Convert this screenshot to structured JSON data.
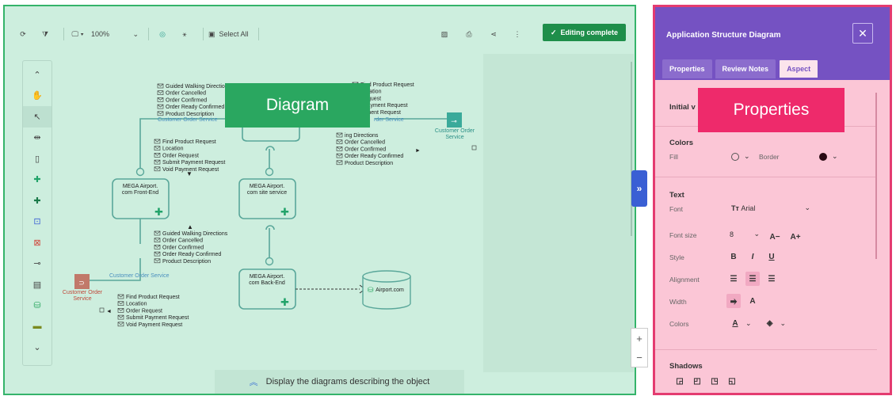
{
  "toolbar": {
    "zoom": "100%",
    "select_all": "Select All",
    "editing_complete": "Editing complete"
  },
  "region_labels": {
    "diagram": "Diagram",
    "properties": "Properties"
  },
  "bottom_bar": {
    "text": "Display the diagrams describing the object"
  },
  "diagram": {
    "nodes": {
      "front_end": [
        "MEGA Airport.",
        "com Front-End"
      ],
      "site_service": [
        "MEGA Airport.",
        "com site service"
      ],
      "back_end": [
        "MEGA Airport.",
        "com Back-End"
      ],
      "airport_db": "Airport.com",
      "cos_left": [
        "Customer Order",
        "Service"
      ],
      "cos_right": [
        "Customer Order",
        "Service"
      ]
    },
    "connector_labels": {
      "top_left": "Customer Order Service",
      "top_right": "rder Service",
      "left": "Customer Order Service"
    },
    "message_lists": {
      "top_left": [
        "Guided Walking Directions",
        "Order Cancelled",
        "Order Confirmed",
        "Order Ready Confirmed",
        "Product Description"
      ],
      "top_right": [
        "Find Product Request",
        "Location",
        "Request",
        "t Payment Request",
        "ayment Request"
      ],
      "mid_left": [
        "Find Product Request",
        "Location",
        "Order Request",
        "Submit Payment Request",
        "Void Payment Request"
      ],
      "mid_right": [
        "ing Directions",
        "Order Cancelled",
        "Order Confirmed",
        "Order Ready Confirmed",
        "Product Description"
      ],
      "lower_mid": [
        "Guided Walking Directions",
        "Order Cancelled",
        "Order Confirmed",
        "Order Ready Confirmed",
        "Product Description"
      ],
      "bottom_left": [
        "Find Product Request",
        "Location",
        "Order Request",
        "Submit Payment Request",
        "Void Payment Request"
      ]
    }
  },
  "properties": {
    "title": "Application Structure Diagram",
    "tabs": [
      "Properties",
      "Review Notes",
      "Aspect"
    ],
    "initial_view": "Initial v",
    "colors": {
      "heading": "Colors",
      "fill_label": "Fill",
      "border_label": "Border"
    },
    "text": {
      "heading": "Text",
      "font_label": "Font",
      "font_value": "Arial",
      "font_size_label": "Font size",
      "font_size_value": "8",
      "style_label": "Style",
      "alignment_label": "Alignment",
      "width_label": "Width",
      "colors_label": "Colors"
    },
    "shadows": {
      "heading": "Shadows"
    }
  },
  "colors": {
    "diagram_bg": "#cdeede",
    "diagram_border": "#34b36a",
    "properties_bg": "#fbc6d6",
    "properties_border": "#e43b70",
    "header_purple": "#7552c2",
    "node_stroke": "#5aa79a",
    "accent_green": "#1e8e4a"
  }
}
